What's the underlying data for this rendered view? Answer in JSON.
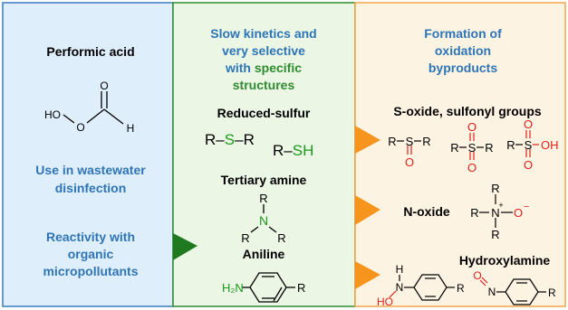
{
  "colors": {
    "panel1_bg": "#dfeefb",
    "panel1_border": "#3c7cc0",
    "panel2_bg": "#ebf6e5",
    "panel2_border": "#2e8b2e",
    "panel3_bg": "#fdf3e2",
    "panel3_border": "#f3a64a",
    "heading_blue": "#2e75b6",
    "heading_green": "#2e8b2e",
    "arrow_green": "#1f7a1f",
    "arrow_orange": "#f7941d",
    "red": "#e0201b",
    "nitrogen_green": "#1a9a1a"
  },
  "panel1": {
    "title": "Performic acid",
    "use_line1": "Use in wastewater",
    "use_line2": "disinfection",
    "react_line1": "Reactivity with",
    "react_line2": "organic",
    "react_line3": "micropollutants",
    "molecule": {
      "ho": "HO",
      "o_top": "O",
      "o_mid": "O",
      "h": "H"
    }
  },
  "panel2": {
    "head_line1": "Slow kinetics and",
    "head_line2": "very selective",
    "head_line3a": "with ",
    "head_line3b": "specific",
    "head_line4": "structures",
    "reduced_sulfur": "Reduced-sulfur",
    "rsr": {
      "r1": "R",
      "dash1": "–",
      "s": "S",
      "dash2": "–",
      "r2": "R"
    },
    "rsh": {
      "r": "R",
      "dash": "–",
      "sh": "SH"
    },
    "tertiary_amine": "Tertiary amine",
    "amine": {
      "r_top": "R",
      "n": "N",
      "r_left": "R",
      "r_right": "R"
    },
    "aniline": "Aniline",
    "aniline_mol": {
      "h2n": "H₂N",
      "r": "R"
    }
  },
  "panel3": {
    "head_line1": "Formation of",
    "head_line2": "oxidation",
    "head_line3": "byproducts",
    "s_oxide": "S-oxide, sulfonyl groups",
    "sulfoxide": {
      "r1": "R",
      "s": "S",
      "r2": "R",
      "o": "O"
    },
    "sulfone": {
      "r1": "R",
      "s": "S",
      "r2": "R",
      "o_top": "O",
      "o_bot": "O"
    },
    "sulfonic": {
      "r": "R",
      "s": "S",
      "oh": "OH",
      "o_top": "O",
      "o_bot": "O"
    },
    "n_oxide": "N-oxide",
    "noxide_mol": {
      "r_top": "R",
      "r_left": "R",
      "n": "N",
      "plus": "+",
      "o": "O",
      "minus": "−",
      "r_bot": "R"
    },
    "hydroxylamine": "Hydroxylamine",
    "hydroxyl_mol": {
      "h": "H",
      "n": "N",
      "ho": "HO",
      "r": "R"
    },
    "nitroso_mol": {
      "o": "O",
      "n": "N",
      "r": "R"
    }
  }
}
